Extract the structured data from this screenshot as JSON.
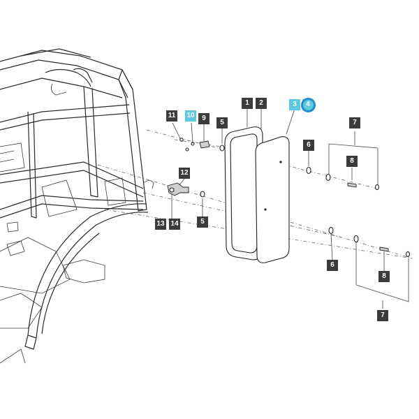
{
  "callouts": {
    "c1": "1",
    "c2": "2",
    "c3": "3",
    "c4": "4",
    "c5a": "5",
    "c5b": "5",
    "c6a": "6",
    "c6b": "6",
    "c7a": "7",
    "c7b": "7",
    "c8a": "8",
    "c8b": "8",
    "c9": "9",
    "c10": "10",
    "c11": "11",
    "c12": "12",
    "c13": "13",
    "c14": "14"
  },
  "colors": {
    "callout_default": "#3b3b3b",
    "callout_highlight": "#5ec8e0",
    "selection_ring": "#1f8fd0"
  },
  "highlighted_parts": [
    "3",
    "10"
  ],
  "selected_part": "4"
}
